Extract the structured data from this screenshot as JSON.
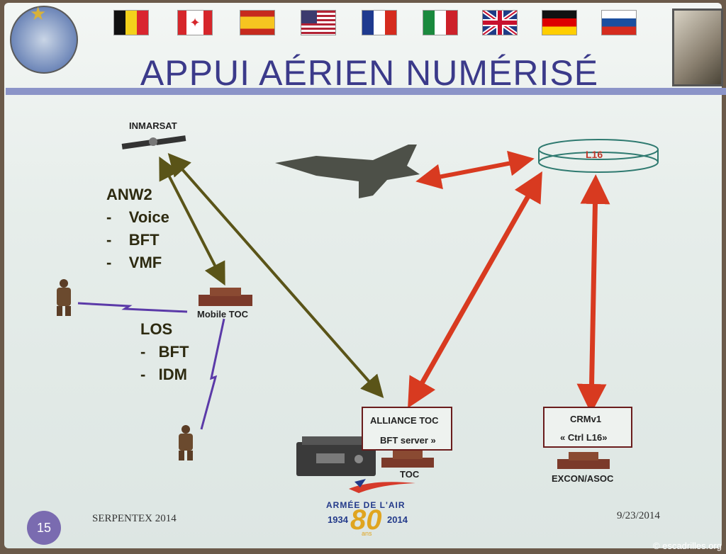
{
  "title": "APPUI AÉRIEN NUMÉRISÉ",
  "nodes": {
    "inmarsat": "INMARSAT",
    "l16": "L16",
    "mobile_toc": "Mobile TOC",
    "alliance_toc_line1": "ALLIANCE TOC",
    "alliance_toc_line2": "BFT server »",
    "toc": "TOC",
    "crmv1_line1": "CRMv1",
    "crmv1_line2": "« Ctrl L16»",
    "excon": "EXCON/ASOC"
  },
  "anw2": {
    "heading": "ANW2",
    "items": [
      "-    Voice",
      "-    BFT",
      "-    VMF"
    ]
  },
  "los": {
    "heading": "LOS",
    "items": [
      "-   BFT",
      "-   IDM"
    ]
  },
  "footer": {
    "page": "15",
    "event": "SERPENTEX 2014",
    "date": "9/23/2014",
    "logo_top": "ARMÉE DE L'AIR",
    "logo_year_start": "1934",
    "logo_year_end": "2014",
    "logo_number": "80",
    "logo_suffix": "ans"
  },
  "watermark": "© escadrilles.org",
  "colors": {
    "title": "#3b3a8a",
    "olive_arrow": "#5a5418",
    "red_arrow": "#d83a20",
    "box_border": "#6a1c1c"
  }
}
